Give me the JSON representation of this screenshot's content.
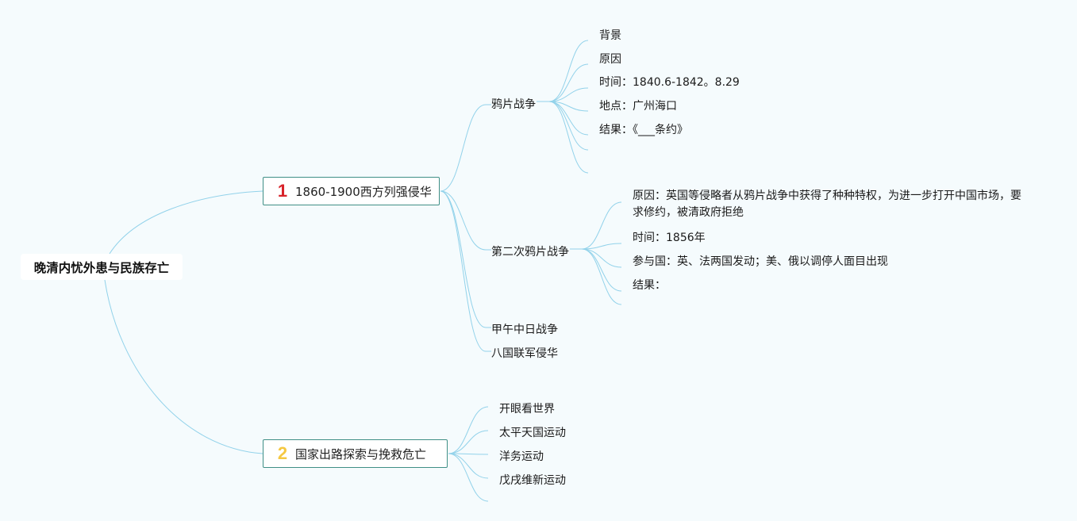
{
  "root": {
    "label": "晚清内忧外患与民族存亡"
  },
  "colors": {
    "edge": "#92d2ea",
    "badge1": "#d8232a",
    "badge2": "#f5c842",
    "main_border": "#3f8f86"
  },
  "branches": [
    {
      "badge": "1",
      "label": "1860-1900西方列强侵华",
      "children": [
        {
          "label": "鸦片战争",
          "children": [
            "背景",
            "原因",
            "时间：1840.6-1842。8.29",
            "地点：广州海口",
            "结果：《___条约》",
            "",
            ""
          ]
        },
        {
          "label": "第二次鸦片战争",
          "children": [
            "原因：英国等侵略者从鸦片战争中获得了种种特权，为进一步打开中国市场，要求修约，被清政府拒绝",
            "时间：1856年",
            "参与国：英、法两国发动；美、俄以调停人面目出现",
            "结果：",
            ""
          ]
        },
        {
          "label": "甲午中日战争",
          "children": []
        },
        {
          "label": "八国联军侵华",
          "children": []
        }
      ]
    },
    {
      "badge": "2",
      "label": "国家出路探索与挽救危亡",
      "children": [
        {
          "label": "开眼看世界",
          "children": []
        },
        {
          "label": "太平天国运动",
          "children": []
        },
        {
          "label": "洋务运动",
          "children": []
        },
        {
          "label": "戊戌维新运动",
          "children": []
        },
        {
          "label": "",
          "children": []
        }
      ]
    }
  ]
}
